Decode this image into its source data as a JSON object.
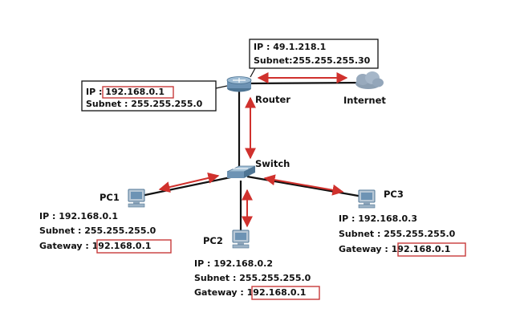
{
  "nodes": {
    "router": {
      "name": "Router",
      "ip_prefix": "IP : ",
      "ip": "192.168.0.1",
      "subnet_line": "Subnet : 255.255.255.0"
    },
    "wan": {
      "ip_line": "IP : 49.1.218.1",
      "subnet_line": "Subnet:255.255.255.30"
    },
    "internet": {
      "name": "Internet"
    },
    "switch": {
      "name": "Switch"
    },
    "pc1": {
      "name": "PC1",
      "ip_line": "IP : 192.168.0.1",
      "subnet_line": "Subnet : 255.255.255.0",
      "gateway_prefix": "Gateway : ",
      "gateway": "192.168.0.1"
    },
    "pc2": {
      "name": "PC2",
      "ip_line": "IP : 192.168.0.2",
      "subnet_line": "Subnet : 255.255.255.0",
      "gateway_prefix": "Gateway : ",
      "gateway": "192.168.0.1"
    },
    "pc3": {
      "name": "PC3",
      "ip_line": "IP : 192.168.0.3",
      "subnet_line": "Subnet : 255.255.255.0",
      "gateway_prefix": "Gateway : ",
      "gateway": "192.168.0.1"
    }
  },
  "colors": {
    "link": "#111111",
    "arrow": "#d0312d",
    "highlight_box": "#c83a3a",
    "device": "#6d93b4"
  },
  "icons": {
    "router": "router-icon",
    "switch": "switch-icon",
    "internet": "cloud-icon",
    "pc": "computer-icon"
  }
}
